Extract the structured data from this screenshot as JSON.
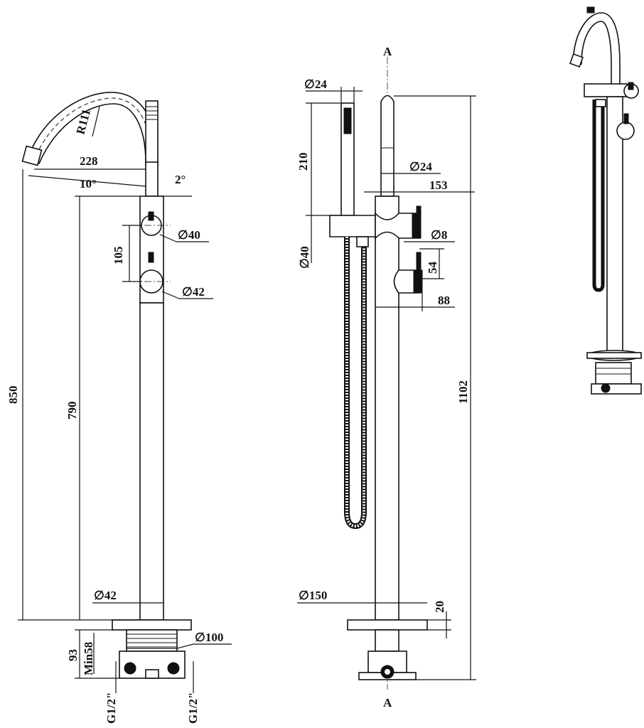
{
  "front_view": {
    "dim_radius": "R111",
    "dim_spout_reach": "228",
    "dim_angle_spout": "10°",
    "dim_angle_handle": "2°",
    "dim_handle_top": "40",
    "dim_handle_spacing": "105",
    "dim_handle_bottom": "42",
    "dim_total_height": "850",
    "dim_column_height": "790",
    "dim_column_diameter": "42",
    "dim_box_diameter": "100",
    "dim_box_height": "93",
    "dim_min_depth": "Min58",
    "inlet_left": "G1/2\"",
    "inlet_right": "G1/2\""
  },
  "side_view": {
    "section_marker_top": "A",
    "section_marker_bottom": "A",
    "dim_handshower_diameter": "24",
    "dim_handshower_length": "210",
    "dim_column_diameter": "24",
    "dim_body_depth": "153",
    "dim_holder_diameter": "40",
    "dim_lever": "8",
    "dim_lever_offset": "54",
    "dim_handle_projection": "88",
    "dim_total_height": "1102",
    "dim_base_diameter": "150",
    "dim_base_thickness": "20",
    "diameter_symbol": "∅"
  }
}
